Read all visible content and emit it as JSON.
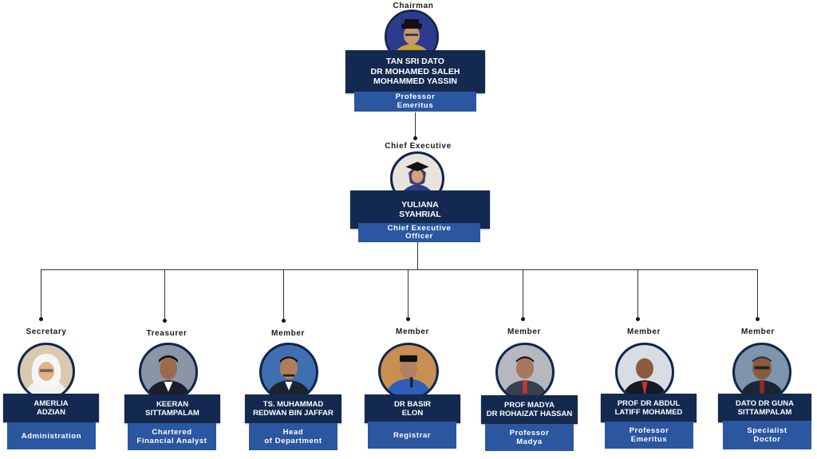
{
  "chairman": {
    "role": "Chairman",
    "name_lines": [
      "TAN SRI DATO",
      "DR MOHAMED SALEH",
      "MOHAMMED YASSIN"
    ],
    "title_lines": [
      "Professor",
      "Emeritus"
    ],
    "photo_icon": "portrait-icon"
  },
  "chief": {
    "role": "Chief Executive",
    "name_lines": [
      "YULIANA",
      "SYAHRIAL"
    ],
    "title_lines": [
      "Chief Executive",
      "Officer"
    ],
    "photo_icon": "portrait-icon"
  },
  "members": [
    {
      "role": "Secretary",
      "name_lines": [
        "AMERLIA",
        "ADZIAN"
      ],
      "title_lines": [
        "Administration"
      ]
    },
    {
      "role": "Treasurer",
      "name_lines": [
        "KEERAN",
        "SITTAMPALAM"
      ],
      "title_lines": [
        "Chartered",
        "Financial Analyst"
      ]
    },
    {
      "role": "Member",
      "name_lines": [
        "TS. MUHAMMAD",
        "REDWAN BIN JAFFAR"
      ],
      "title_lines": [
        "Head",
        "of Department"
      ]
    },
    {
      "role": "Member",
      "name_lines": [
        "DR BASIR",
        "ELON"
      ],
      "title_lines": [
        "Registrar"
      ]
    },
    {
      "role": "Member",
      "name_lines": [
        "PROF MADYA",
        "DR ROHAIZAT HASSAN"
      ],
      "title_lines": [
        "Professor",
        "Madya"
      ]
    },
    {
      "role": "Member",
      "name_lines": [
        "PROF DR ABDUL",
        "LATIFF MOHAMED"
      ],
      "title_lines": [
        "Professor",
        "Emeritus"
      ]
    },
    {
      "role": "Member",
      "name_lines": [
        "DATO DR GUNA",
        "SITTAMPALAM"
      ],
      "title_lines": [
        "Specialist",
        "Doctor"
      ]
    }
  ],
  "colors": {
    "name_box": "#13294f",
    "title_box": "#2b57a0",
    "connector": "#333333"
  }
}
